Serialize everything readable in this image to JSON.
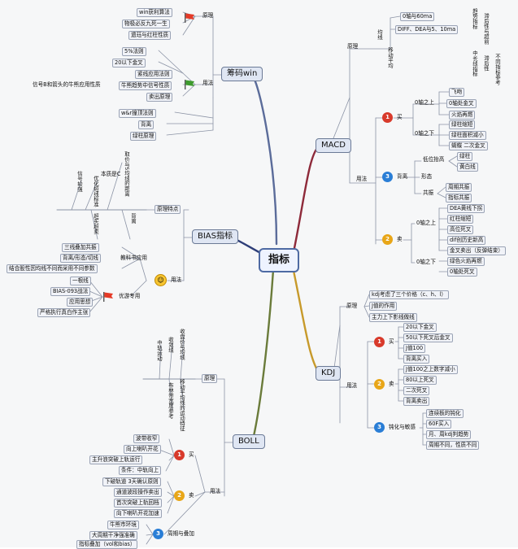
{
  "center": "指标",
  "win": {
    "title": "筹码win",
    "yuanli_label": "原理",
    "yuanli_items": [
      "win获利算法",
      "物极必反九死一生",
      "遗珏与红柱性质"
    ],
    "yongfa_label": "用法",
    "yongfa_left": [
      "5%法则",
      "20以下金叉"
    ],
    "yongfa_items": [
      "紧线应用法则",
      "牛熊趋势中信号性质",
      "卖出原理"
    ],
    "side_note": "信号B和箭头的牛熊应用性质",
    "extra_items": [
      "w&r撞顶法则",
      "背离",
      "绿柱原理"
    ]
  },
  "macd": {
    "title": "MACD",
    "yuanli_label": "原理",
    "yuanli_items": [
      "0轴与60ma",
      "DIFF、DEA与5、10ma"
    ],
    "yuanli_vert": [
      "均线",
      "移动平均",
      "趋势指标",
      "滞后性与超前",
      "不同指标参考",
      "滞后性",
      "中长线指标"
    ],
    "yongfa_label": "用法",
    "buy_label": "买",
    "buy_up_label": "0轴之上",
    "buy_up": [
      "飞吻",
      "0轴处金叉",
      "火焰再燃"
    ],
    "buy_down_label": "0轴之下",
    "buy_down": [
      "绿柱缩短",
      "绿柱面积减小",
      "蝴蝶 二次金叉"
    ],
    "div_label": "背离",
    "xingtai_label": "形态",
    "low_label": "低位抬高",
    "low_items": [
      "绿柱",
      "黄白线"
    ],
    "gongzhen_label": "共振",
    "gongzhen_items": [
      "周期共振",
      "指标共振"
    ],
    "sell_label": "卖",
    "sell_up_label": "0轴之上",
    "sell_up": [
      "DEA黄线下拐",
      "红柱缩短",
      "高位死叉",
      "dif创历史新高",
      "金叉卖出（反弹结束）"
    ],
    "sell_down_label": "0轴之下",
    "sell_down": [
      "绿色火焰再燃",
      "0轴处死叉"
    ]
  },
  "bias": {
    "title": "BIAS指标",
    "yuanli_label": "原理特点",
    "benzhi": "本质是C",
    "vert_items": [
      "取价与5均线的距离",
      "优化短线标准",
      "信号较强",
      "超买超卖",
      "背离"
    ],
    "yongfa_label": "用法",
    "jiaokeshu_label": "教科书应用",
    "jiaokeshu": [
      "三线叠加共振",
      "背离/形态/切线",
      "结合股性因均线不同而采用不同参数"
    ],
    "youyou_label": "优游专用",
    "youyou": [
      "一根线",
      "BIAS-093战法",
      "应用思想",
      "严格执行真白作主张"
    ]
  },
  "boll": {
    "title": "BOLL",
    "yuanli_label": "原理",
    "vert_items": [
      "收盘价与均线",
      "收敛线",
      "中轨运动",
      "移动平均线的运动特征",
      "布林带宽度参考"
    ],
    "yongfa_label": "用法",
    "buy_label": "买",
    "buy": [
      "波带收窄",
      "向上喇叭开花",
      "主升浪突破上轨运行",
      "条件：中轨向上"
    ],
    "sell_label": "卖",
    "sell": [
      "下破轨道 3天确认原则",
      "通道波段操作卖出",
      "首次突破上轨回档",
      "向下喇叭开花加速"
    ],
    "cycle_label": "周期与叠加",
    "cycle": [
      "牛熊市环境",
      "大周期干净强准确",
      "指标叠加（vol和bias）"
    ]
  },
  "kdj": {
    "title": "KDJ",
    "yuanli_label": "原理",
    "yuanli": [
      "kdj考虑了三个价格（c、h、l）",
      "J值的作用",
      "主力上下影线做线"
    ],
    "yongfa_label": "用法",
    "buy_label": "买",
    "buy": [
      "20以下金叉",
      "50以下死叉后金叉",
      "J值100",
      "背离买入"
    ],
    "sell_label": "卖",
    "sell": [
      "J值100之上数字减小",
      "80以上死叉",
      "二次死叉",
      "背离卖出"
    ],
    "conv_label": "钝化与敏感",
    "conv": [
      "连续板的钝化",
      "60F买入",
      "月、周kdj判趋势",
      "周期不同，性质不同"
    ]
  },
  "colors": {
    "win": "#5b6c9a",
    "macd": "#8e2a3a",
    "bias": "#2e3e78",
    "kdj": "#c79a2b",
    "boll": "#6a7b3a",
    "red_badge": "#d83a2b",
    "blue_badge": "#2a7ed6",
    "yellow_badge": "#e8a618"
  }
}
